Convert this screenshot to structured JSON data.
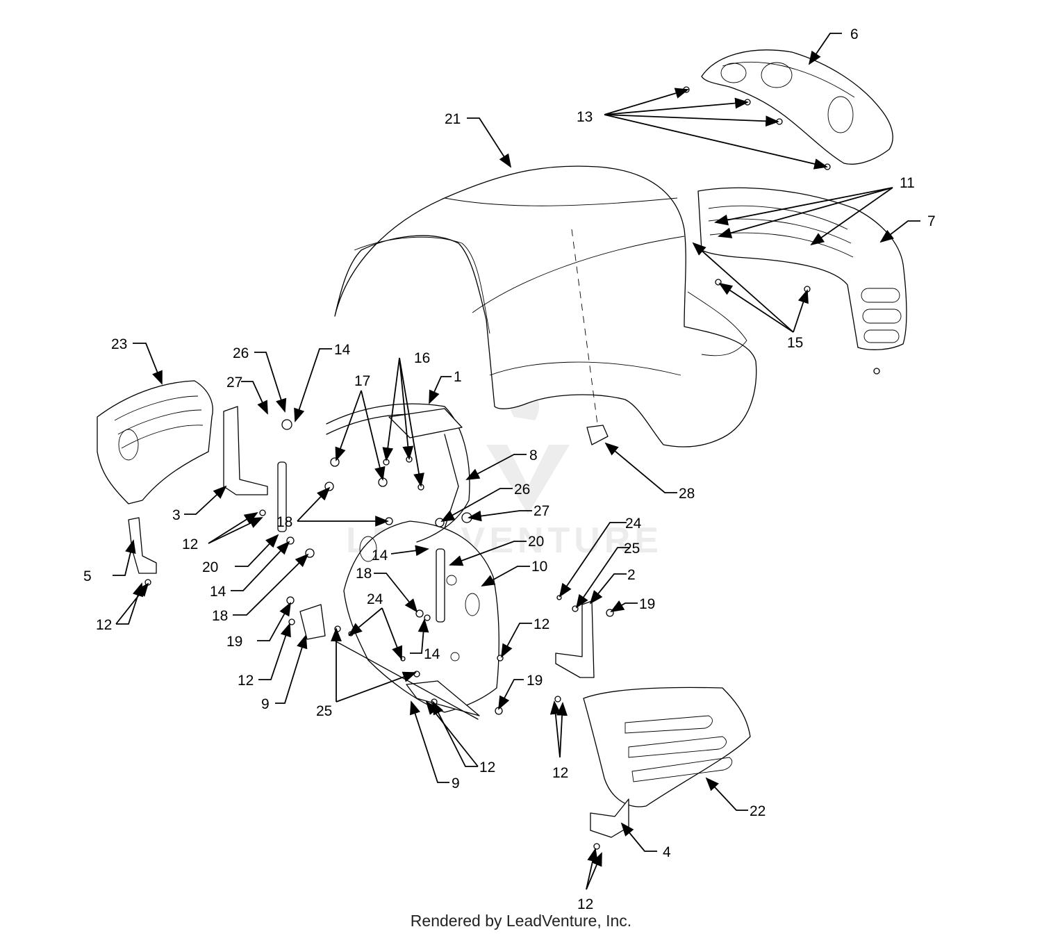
{
  "footer": "Rendered by LeadVenture, Inc.",
  "watermark": "LEADVENTURE",
  "callouts": [
    {
      "id": "c1",
      "label": "1"
    },
    {
      "id": "c2",
      "label": "2"
    },
    {
      "id": "c3",
      "label": "3"
    },
    {
      "id": "c4",
      "label": "4"
    },
    {
      "id": "c5",
      "label": "5"
    },
    {
      "id": "c6",
      "label": "6"
    },
    {
      "id": "c7",
      "label": "7"
    },
    {
      "id": "c8",
      "label": "8"
    },
    {
      "id": "c9a",
      "label": "9"
    },
    {
      "id": "c9b",
      "label": "9"
    },
    {
      "id": "c10",
      "label": "10"
    },
    {
      "id": "c11",
      "label": "11"
    },
    {
      "id": "c12a",
      "label": "12"
    },
    {
      "id": "c12b",
      "label": "12"
    },
    {
      "id": "c12c",
      "label": "12"
    },
    {
      "id": "c12d",
      "label": "12"
    },
    {
      "id": "c12e",
      "label": "12"
    },
    {
      "id": "c12f",
      "label": "12"
    },
    {
      "id": "c12g",
      "label": "12"
    },
    {
      "id": "c13",
      "label": "13"
    },
    {
      "id": "c14a",
      "label": "14"
    },
    {
      "id": "c14b",
      "label": "14"
    },
    {
      "id": "c14c",
      "label": "14"
    },
    {
      "id": "c14d",
      "label": "14"
    },
    {
      "id": "c15",
      "label": "15"
    },
    {
      "id": "c16",
      "label": "16"
    },
    {
      "id": "c17",
      "label": "17"
    },
    {
      "id": "c18a",
      "label": "18"
    },
    {
      "id": "c18b",
      "label": "18"
    },
    {
      "id": "c18c",
      "label": "18"
    },
    {
      "id": "c19a",
      "label": "19"
    },
    {
      "id": "c19b",
      "label": "19"
    },
    {
      "id": "c19c",
      "label": "19"
    },
    {
      "id": "c20a",
      "label": "20"
    },
    {
      "id": "c20b",
      "label": "20"
    },
    {
      "id": "c21",
      "label": "21"
    },
    {
      "id": "c22",
      "label": "22"
    },
    {
      "id": "c23",
      "label": "23"
    },
    {
      "id": "c24a",
      "label": "24"
    },
    {
      "id": "c24b",
      "label": "24"
    },
    {
      "id": "c25a",
      "label": "25"
    },
    {
      "id": "c25b",
      "label": "25"
    },
    {
      "id": "c26a",
      "label": "26"
    },
    {
      "id": "c26b",
      "label": "26"
    },
    {
      "id": "c27a",
      "label": "27"
    },
    {
      "id": "c27b",
      "label": "27"
    },
    {
      "id": "c28",
      "label": "28"
    }
  ]
}
